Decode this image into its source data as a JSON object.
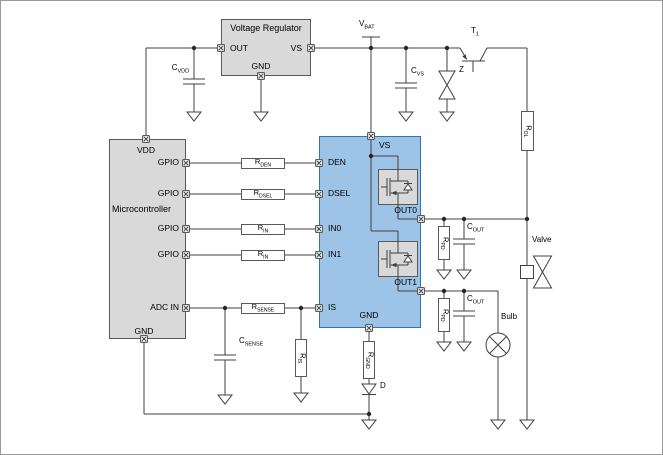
{
  "colors": {
    "wire": "#404040",
    "block_fill": "#d9d9d9",
    "block_border": "#595959",
    "ic_fill": "#9dc3e6",
    "ic_border": "#2e75b6",
    "text": "#000000"
  },
  "blocks": {
    "regulator": {
      "title": "Voltage Regulator",
      "pins": {
        "out": "OUT",
        "vs": "VS",
        "gnd": "GND"
      }
    },
    "microcontroller": {
      "title": "Microcontroller",
      "pins": {
        "vdd": "VDD",
        "gpio0": "GPIO",
        "gpio1": "GPIO",
        "gpio2": "GPIO",
        "gpio3": "GPIO",
        "adc": "ADC IN",
        "gnd": "GND"
      }
    },
    "driver_ic": {
      "pins": {
        "vs": "VS",
        "den": "DEN",
        "dsel": "DSEL",
        "in0": "IN0",
        "in1": "IN1",
        "is": "IS",
        "gnd": "GND",
        "out0": "OUT0",
        "out1": "OUT1"
      }
    }
  },
  "components": {
    "vbat": {
      "base": "V",
      "sub": "BAT"
    },
    "c_vdd": {
      "base": "C",
      "sub": "VDD"
    },
    "c_vs": {
      "base": "C",
      "sub": "VS"
    },
    "z": {
      "base": "Z",
      "sub": ""
    },
    "t1": {
      "base": "T",
      "sub": "1"
    },
    "r_ol": {
      "base": "R",
      "sub": "OL"
    },
    "r_den": {
      "base": "R",
      "sub": "DEN"
    },
    "r_dsel": {
      "base": "R",
      "sub": "DSEL"
    },
    "r_in0": {
      "base": "R",
      "sub": "IN"
    },
    "r_in1": {
      "base": "R",
      "sub": "IN"
    },
    "r_sense": {
      "base": "R",
      "sub": "SENSE"
    },
    "c_sense": {
      "base": "C",
      "sub": "SENSE"
    },
    "r_is": {
      "base": "R",
      "sub": "IS"
    },
    "r_gnd": {
      "base": "R",
      "sub": "GND"
    },
    "d": {
      "base": "D",
      "sub": ""
    },
    "c_out0": {
      "base": "C",
      "sub": "OUT"
    },
    "c_out1": {
      "base": "C",
      "sub": "OUT"
    },
    "r_pd0": {
      "base": "R",
      "sub": "PD"
    },
    "r_pd1": {
      "base": "R",
      "sub": "PD"
    }
  },
  "loads": {
    "valve": "Valve",
    "bulb": "Bulb"
  }
}
